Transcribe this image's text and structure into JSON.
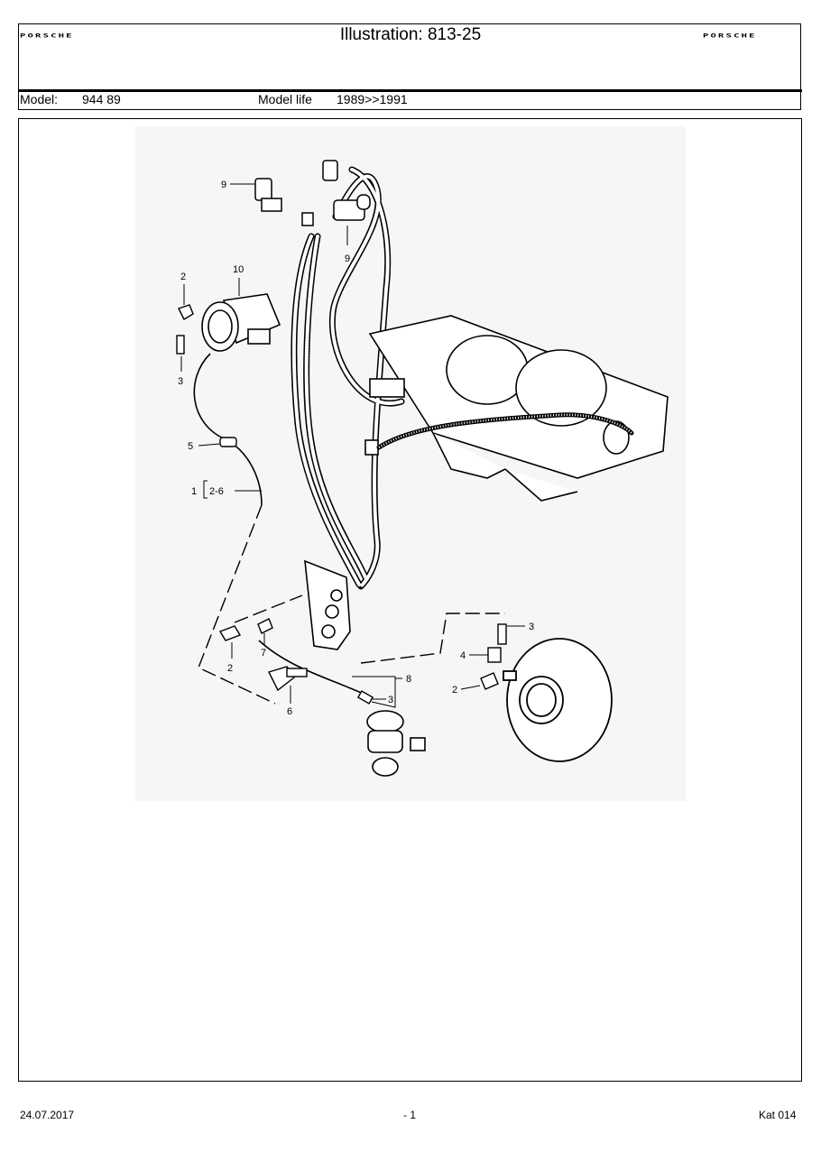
{
  "header": {
    "brand_left": "PORSCHE",
    "brand_right": "PORSCHE",
    "title": "Illustration: 813-25",
    "model_label": "Model:",
    "model_value": "944 89",
    "model_life_label": "Model life",
    "model_life_value": "1989>>1991"
  },
  "diagram": {
    "callouts": {
      "c9a": "9",
      "c9b": "9",
      "c10": "10",
      "c2a": "2",
      "c3a": "3",
      "c5": "5",
      "c1": "1",
      "c1range": "2-6",
      "c2b": "2",
      "c7": "7",
      "c6": "6",
      "c8": "8",
      "c3b": "3",
      "c3c": "3",
      "c4": "4",
      "c2c": "2"
    }
  },
  "footer": {
    "date": "24.07.2017",
    "page": "- 1",
    "catalog": "Kat 014"
  }
}
